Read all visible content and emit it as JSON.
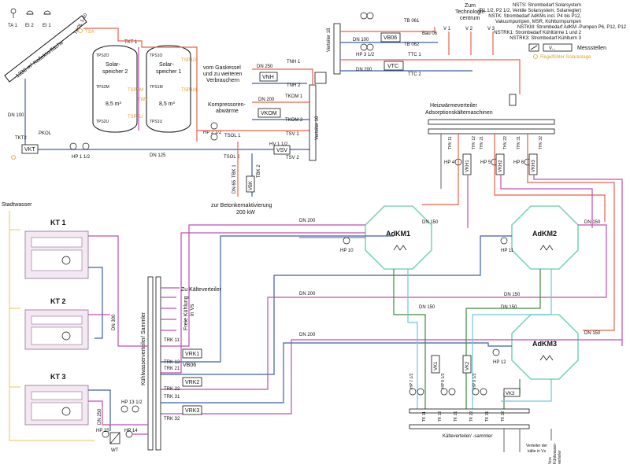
{
  "legend": {
    "lines": [
      "NSTS: Strombedarf Solarsystem",
      "(P1 1/2, P2 1/2, Ventile Solarsystem, Solarregler)",
      "NSTK: Strombedarf AdKMs incl. P4 bis P12,",
      "Vakuumpumpen, MSR, Kühlturmpumpen",
      "NSTKM: Strombedarf AdKM -Pumpen P6, P12, P12",
      "NSTRK1: Strombedarf Kühltürme 1 und 2",
      "NSTRK3: Strombedarf Kühlturm 3"
    ],
    "messstellen": "Messstellen",
    "solaranlage": "Regelfühler Solaranlage",
    "meter_box": "V..."
  },
  "sensors_top": [
    "TA 1",
    "EI 2",
    "EI 1"
  ],
  "collector": {
    "label": "1330 m² Kollektorfläche",
    "tkol": "TKOL 1-10",
    "tsa": "TSA"
  },
  "storage": [
    {
      "title": "Solar-\nspeicher 2",
      "l1": "Solar-",
      "l2": "speicher 2",
      "volume": "8,5 m³",
      "sensors": [
        "TPS2O",
        "TPS2M",
        "TPS2U"
      ],
      "y_sensors": [
        "TSP2M",
        "TSP2U"
      ]
    },
    {
      "title": "Solar-\nspeicher 1",
      "l1": "Solar-",
      "l2": "speicher 1",
      "volume": "8,5 m³",
      "sensors": [
        "TPS1O",
        "TPS1M",
        "TPS1U"
      ],
      "y_sensors": [
        "TSP1O",
        "TSP1M"
      ]
    }
  ],
  "labels": {
    "tkt1": "TKT 1",
    "tw2": "TW2",
    "dn100": "DN 100",
    "tkt2": "TKT2",
    "pkol": "PKOL",
    "vkt": "VKT",
    "hp12": "HP 1 1/2",
    "dn125": "DN 125",
    "hp212": "HP 2 1/2",
    "tsol1": "TSOL 1",
    "tsol2": "TSOL 2",
    "tbk1": "TBK 1",
    "tbk2": "TBK 2",
    "dn65": "DN 65",
    "vbk": "VBK",
    "hv112": "HV 1 1/2",
    "vsv": "VSV",
    "tsv1": "TSV 1",
    "tsv2": "TSV 2",
    "beton": "zur Betonkernaktivierung",
    "beton_kw": "200 kW",
    "gaskessel1": "vom Gaskessel",
    "gaskessel2": "und zu weiteren",
    "gaskessel3": "Verbrauchern",
    "dn250": "DN 250",
    "tnh1": "TNH 1",
    "tnh2": "TNH 2",
    "vnh": "VNH",
    "kompressor1": "Kompressoren-",
    "kompressor2": "abwärme",
    "dn200a": "DN 200",
    "tkom1": "TKOM 1",
    "tkom2": "TKOM 2",
    "vkom": "VKOM",
    "verteiler18": "Verteiler 18",
    "verteiler16": "Verteiler 16",
    "tb061": "TB 061",
    "tb062": "TB 062",
    "bau06": "Bau 06",
    "dn100b": "DN 100",
    "vb06": "VB06",
    "hp312": "HP 3 1/2",
    "ttc1": "TTC 1",
    "ttc2": "TTC 2",
    "vtc": "VTC",
    "dn200b": "DN 200",
    "techno1": "Zum",
    "techno2": "Technologie-",
    "techno3": "centrum",
    "v1": "V 1",
    "v2": "V 2",
    "v3": "V 3",
    "hzv1": "Heizwärmeverteiler",
    "hzv2": "Adsorptionskältemaschinen",
    "stadtwasser": "Stadtwasser",
    "dn300": "DN 300",
    "dn250b": "DN 250",
    "hp1312": "HP 13 1/2",
    "hp15": "HP 15",
    "hp14": "HP 14",
    "wt": "WT",
    "kuehlwasser": "Kühlwasserverteiler/ Sammler",
    "zu_kalte": "Zu Kälteverteiler",
    "freie1": "Freie Kühlung",
    "freie2": "in Vs",
    "trk11": "TRK 11",
    "trk12": "TRK 12",
    "trk21": "TRK 21",
    "trk22": "TRK 22",
    "trk31": "TRK 31",
    "trk32": "TRK 32",
    "vrk1": "VRK1",
    "vrk2": "VRK2",
    "vrk3": "VRK3",
    "vb06b": "VB06",
    "dn200c": "DN 200",
    "dn200d": "DN 200",
    "dn200e": "DN 200",
    "dn150a": "DN 150",
    "dn150b": "DN 150",
    "dn150c": "DN 150",
    "dn150d": "DN 150",
    "dn150e": "DN 150",
    "dn150f": "DN 150",
    "hp10": "HP 10",
    "hp11": "HP 11",
    "hp12b": "HP 12",
    "hp4": "HP 4",
    "hp5": "HP 5",
    "hp6": "HP 6",
    "vkh1": "VKH1",
    "vkh2": "VKH2",
    "vkh3": "VKH3",
    "vk1": "VK1",
    "vk2": "VK2",
    "vk3": "VK3",
    "hp712": "HP 7 1/2",
    "hp812": "HP 8 1/2",
    "hp912": "HP 9 1/2",
    "kaltev": "Kälteverteiler/ -sammler",
    "verteilerv1": "Verteiler der",
    "verteilerv2": "kälte in Vs",
    "vonkw1": "Von",
    "vonkw2": "Kühlwasser-",
    "vonkw3": "verteiler"
  },
  "thv": [
    "THV 11",
    "THV 12",
    "THV 21",
    "THV 22",
    "THV 31",
    "THV 32"
  ],
  "tk_bottom": [
    "TK 11",
    "TK 12",
    "TK 21",
    "TK 22",
    "TK 31",
    "TK 32"
  ],
  "adkm": [
    "AdKM1",
    "AdKM2",
    "AdKM3"
  ],
  "kt": [
    "KT 1",
    "KT 2",
    "KT 3"
  ]
}
